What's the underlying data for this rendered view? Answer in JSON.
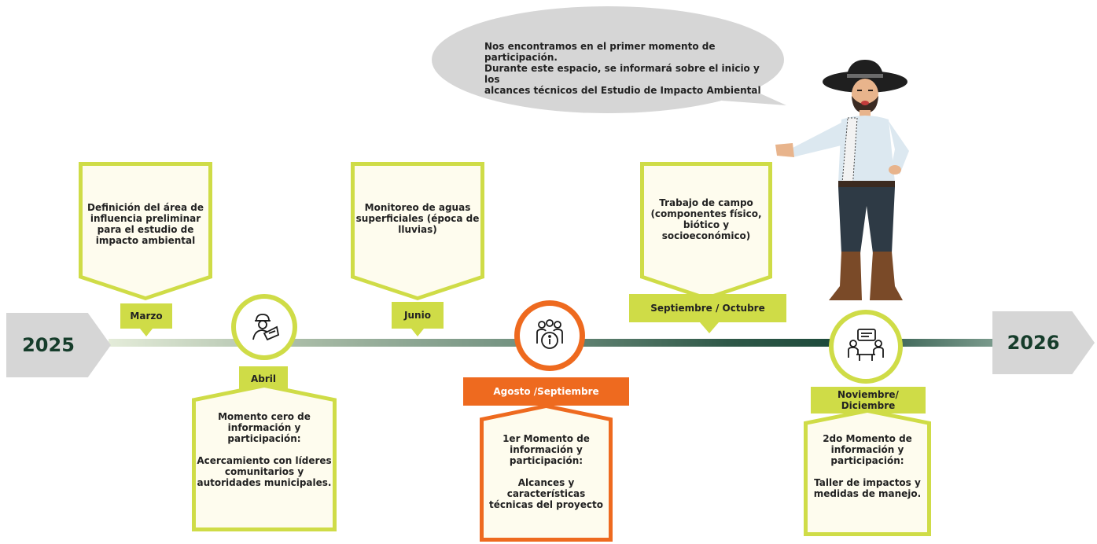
{
  "years": {
    "start": "2025",
    "end": "2026"
  },
  "speech_bubble": {
    "lines": [
      "Nos encontramos en el primer momento de participación.",
      "Durante este espacio, se informará sobre el inicio y los",
      "alcances técnicos del Estudio de Impacto Ambiental"
    ]
  },
  "events": {
    "marzo": {
      "label": "Marzo",
      "lines": [
        "Definición del área de",
        "influencia preliminar",
        "para el estudio de",
        "impacto ambiental"
      ]
    },
    "abril": {
      "label": "Abril",
      "lines": [
        "Momento cero de",
        "información y",
        "participación:",
        "",
        "Acercamiento con líderes",
        "comunitarios y",
        "autoridades municipales."
      ]
    },
    "junio": {
      "label": "Junio",
      "lines": [
        "Monitoreo de aguas",
        "superficiales (época de",
        "lluvias)"
      ]
    },
    "agosto": {
      "label": "Agosto /Septiembre",
      "lines": [
        "1er Momento de",
        "información y",
        "participación:",
        "",
        "Alcances y",
        "características",
        "técnicas del proyecto"
      ]
    },
    "septiembre": {
      "label": "Septiembre / Octubre",
      "lines": [
        "Trabajo de campo",
        "(componentes físico,",
        "biótico  y",
        "socioeconómico)"
      ]
    },
    "noviembre": {
      "label": "Noviembre/ Diciembre",
      "lines": [
        "2do Momento de",
        "información y",
        "participación:",
        "",
        "Taller de impactos y",
        "medidas de manejo."
      ]
    }
  },
  "icons": [
    "engineer-icon",
    "group-info-icon",
    "meeting-icon",
    "farmer-character"
  ],
  "colors": {
    "lime": "#cfdc47",
    "orange": "#ee6a1f",
    "dark_green": "#163d2b",
    "gray": "#d6d6d6"
  }
}
